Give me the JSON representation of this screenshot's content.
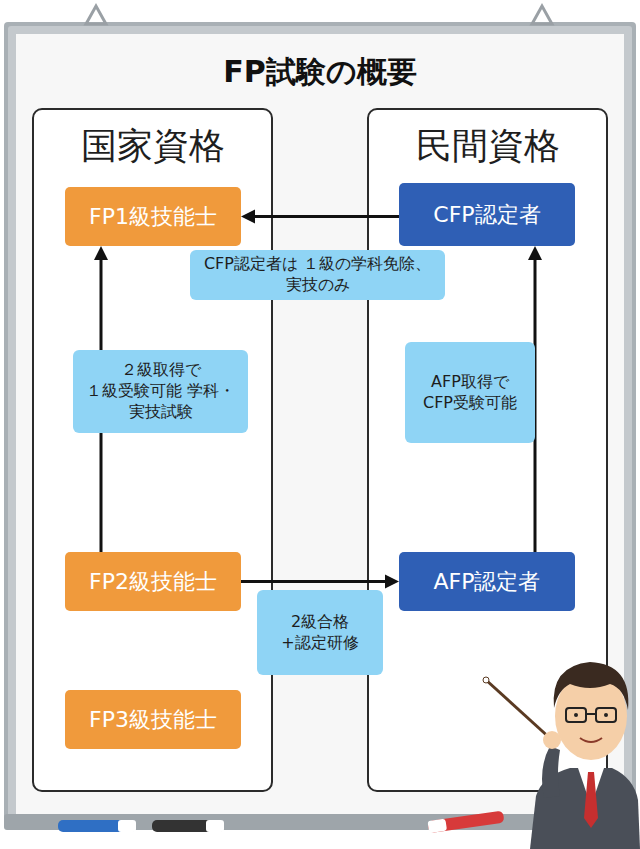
{
  "diagram": {
    "title": "FP試験の概要",
    "nodes": [
      {
        "text": [
          "国家資格"
        ]
      },
      {
        "text": [
          "FP1級技能士"
        ],
        "in": 0
      },
      {
        "text": [
          "FP2級技能士"
        ],
        "in": 0
      },
      {
        "text": [
          "FP3級技能士"
        ],
        "in": 0
      },
      {
        "text": [
          "民間資格"
        ]
      },
      {
        "text": [
          "CFP認定者"
        ],
        "in": 4
      },
      {
        "text": [
          "AFP認定者"
        ],
        "in": 4
      }
    ],
    "edges": [
      {
        "from": 5,
        "to": 1,
        "arrow": "to",
        "label": "CFP認定者は １級の学科免除、実技のみ"
      },
      {
        "from": 2,
        "to": 1,
        "arrow": "to",
        "label": "２級取得で １級受験可能 学科・実技試験"
      },
      {
        "from": 6,
        "to": 5,
        "arrow": "to",
        "label": "AFP取得で CFP受験可能"
      },
      {
        "from": 2,
        "to": 6,
        "arrow": "to",
        "label": "2級合格 +認定研修"
      }
    ]
  }
}
